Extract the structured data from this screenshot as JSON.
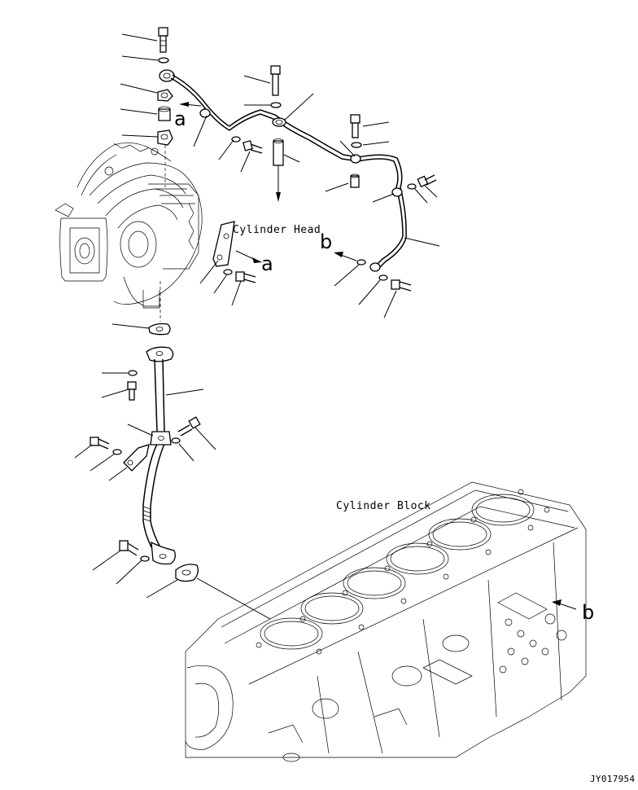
{
  "labels": {
    "cylinder_head": "Cylinder Head",
    "cylinder_block": "Cylinder Block",
    "ref_a": "a",
    "ref_b": "b",
    "drawing_code": "JY017954"
  }
}
